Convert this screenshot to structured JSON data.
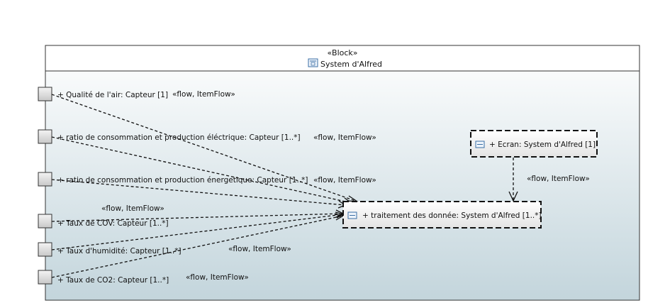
{
  "block": {
    "stereotype": "«Block»",
    "name": "System d'Alfred",
    "icon": "block-icon"
  },
  "ports": [
    {
      "label": "+ Qualité de l'air: Capteur [1]"
    },
    {
      "label": "+ ratio de consommation et production éléctrique: Capteur [1..*]"
    },
    {
      "label": "+ ratio de consommation et production énergetique: Capteur [1..*]"
    },
    {
      "label": "+ Taux de COV: Capteur [1..*]"
    },
    {
      "label": "+ Taux d'humidité: Capteur [1..*]"
    },
    {
      "label": "+ Taux de CO2: Capteur [1..*]"
    }
  ],
  "parts": {
    "ecran": {
      "label": "+ Ecran: System d'Alfred [1]",
      "icon": "part-icon"
    },
    "traitement": {
      "label": "+ traitement des donnée: System d'Alfred [1..*]",
      "icon": "part-icon"
    }
  },
  "flows": [
    {
      "label": "«flow, ItemFlow»"
    },
    {
      "label": "«flow, ItemFlow»"
    },
    {
      "label": "«flow, ItemFlow»"
    },
    {
      "label": "«flow, ItemFlow»"
    },
    {
      "label": "«flow, ItemFlow»"
    },
    {
      "label": "«flow, ItemFlow»"
    },
    {
      "label": "«flow, ItemFlow»"
    }
  ],
  "colors": {
    "gradient_top": "#ffffff",
    "gradient_bottom": "#c3d5dc",
    "border": "#333333"
  }
}
